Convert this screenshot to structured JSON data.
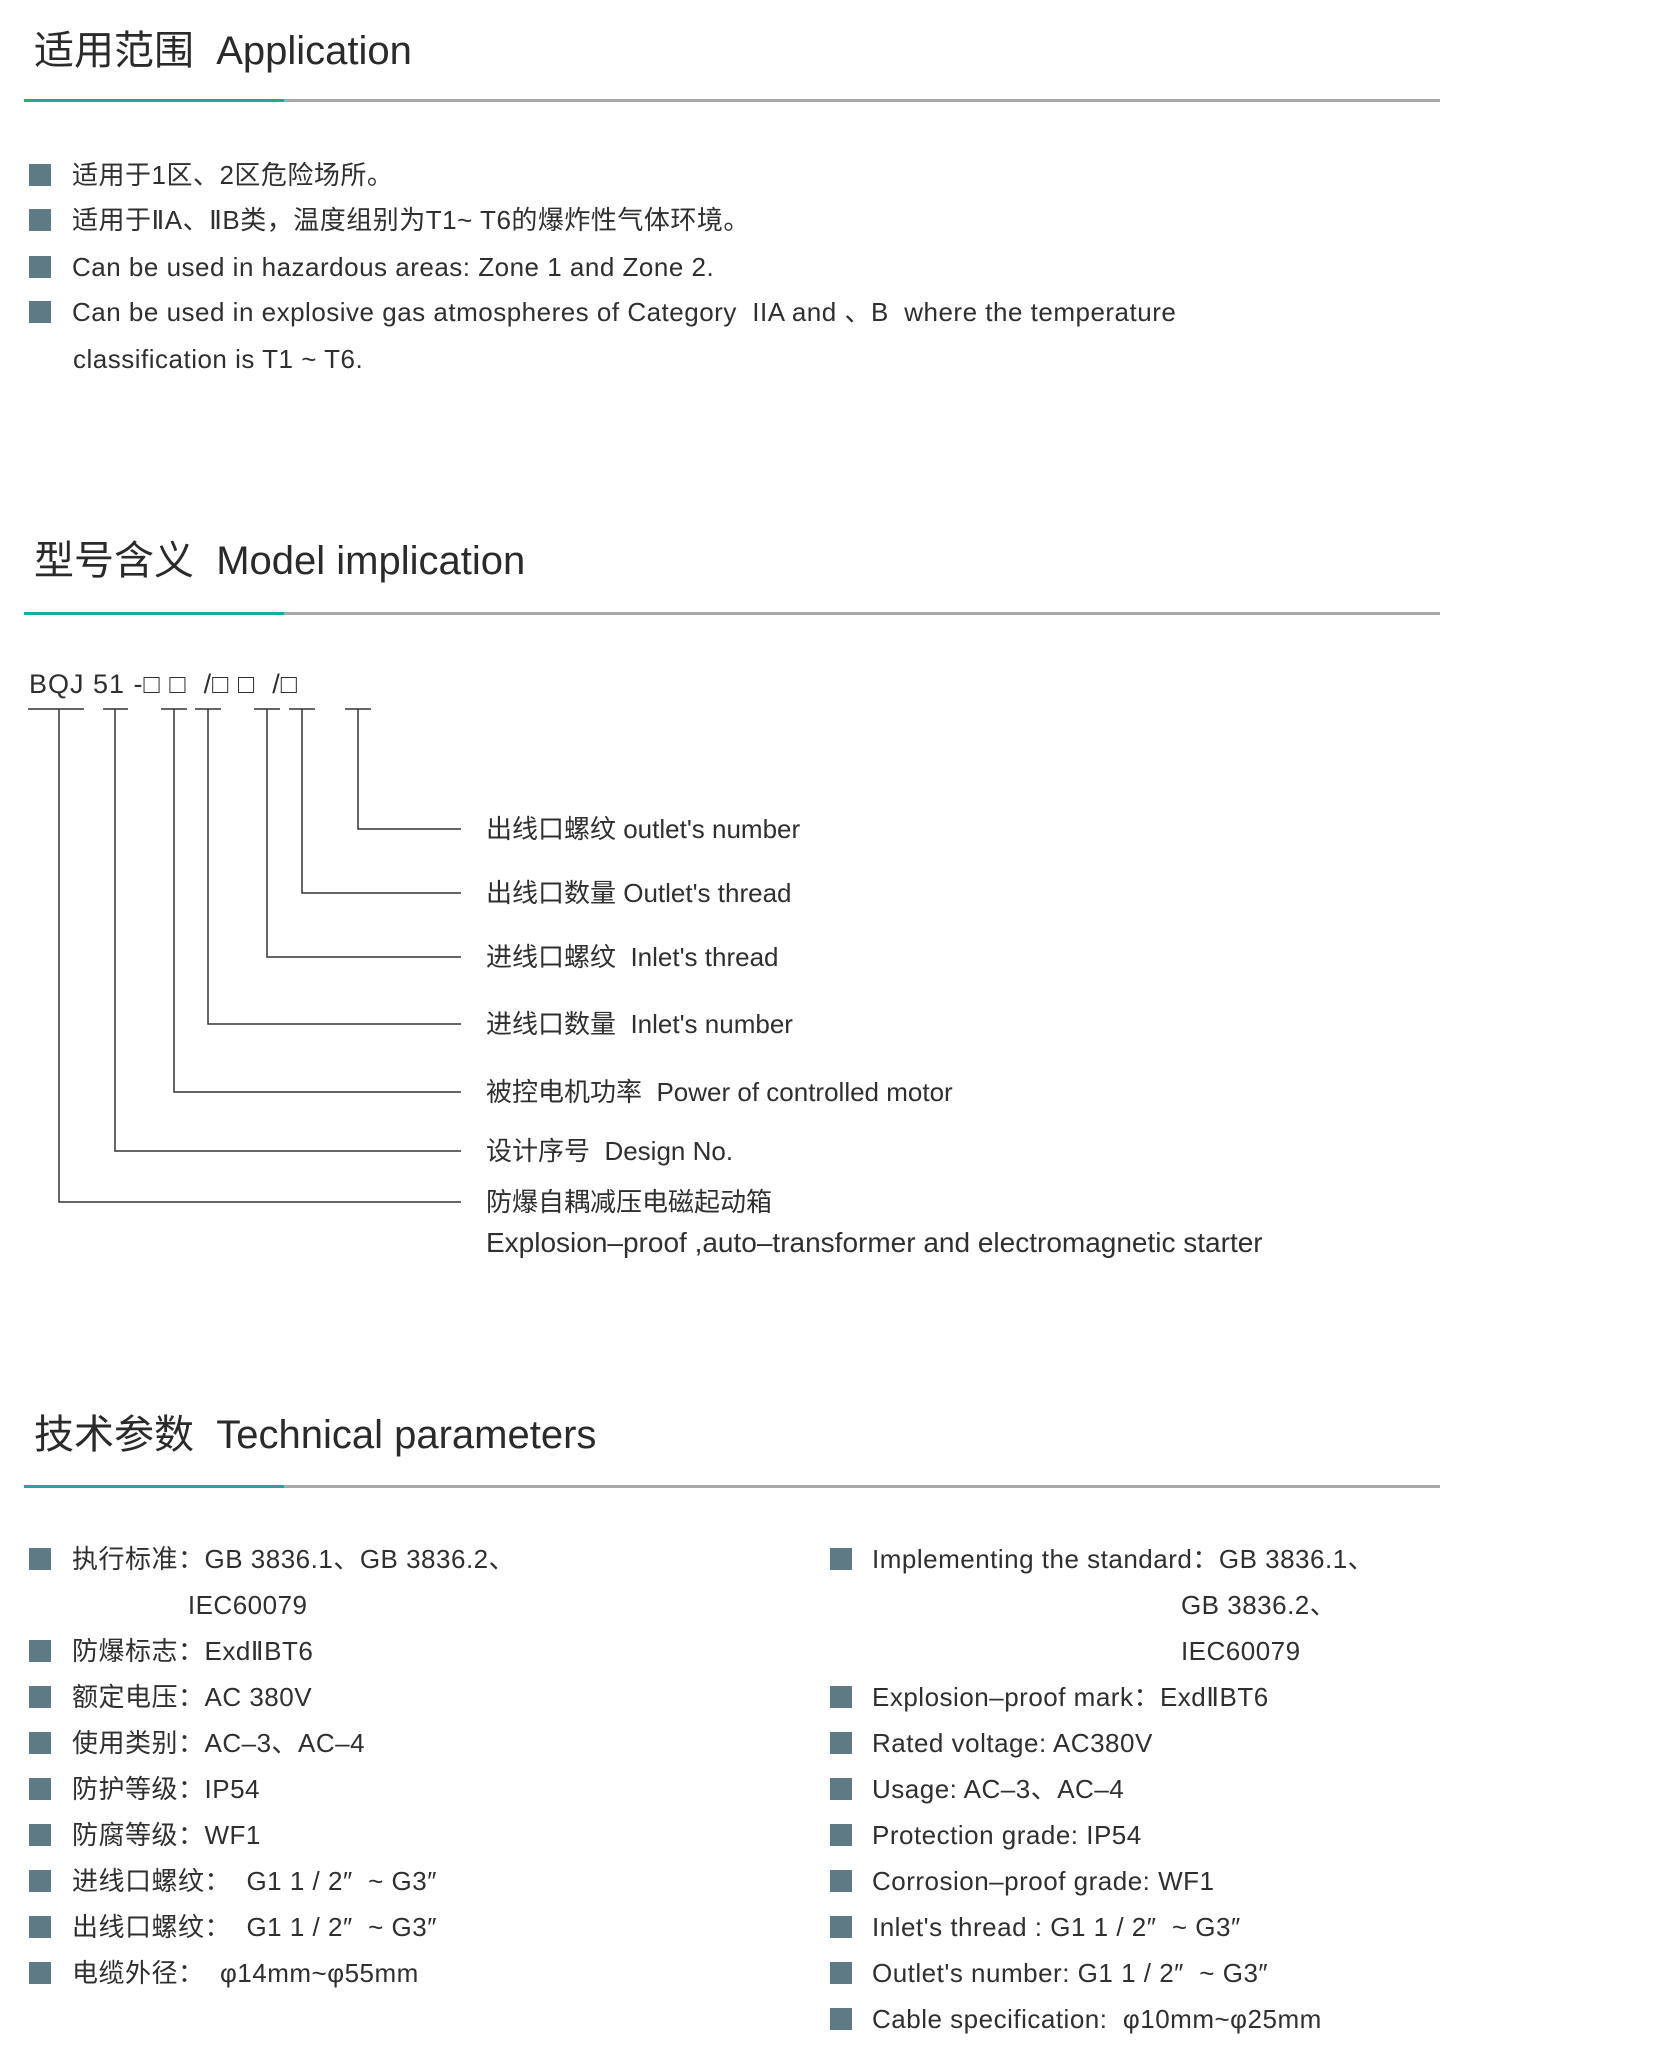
{
  "sections": {
    "application": {
      "title": "适用范围  Application",
      "items": [
        "适用于1区、2区危险场所。",
        "适用于ⅡA、ⅡB类，温度组别为T1~ T6的爆炸性气体环境。",
        "Can be used in hazardous areas: Zone 1 and Zone 2.",
        "Can be used in explosive gas atmospheres of Category  IIA and 、B  where the temperature"
      ],
      "continuation": "classification is T1 ~ T6."
    },
    "model": {
      "title": "型号含义  Model implication",
      "code": "BQJ 51 -□ □  /□ □  /□",
      "labels": [
        "出线口螺纹 outlet's number",
        "出线口数量 Outlet's thread",
        "进线口螺纹  Inlet's thread",
        "进线口数量  Inlet's number",
        "被控电机功率  Power of controlled motor",
        "设计序号  Design No.",
        "防爆自耦减压电磁起动箱"
      ],
      "label_en": "Explosion–proof ,auto–transformer and electromagnetic starter"
    },
    "technical": {
      "title": "技术参数  Technical parameters",
      "left": [
        [
          "执行标准：GB 3836.1、GB 3836.2、",
          "               IEC60079"
        ],
        [
          "防爆标志：ExdⅡBT6"
        ],
        [
          "额定电压：AC 380V"
        ],
        [
          "使用类别：AC–3、AC–4"
        ],
        [
          "防护等级：IP54"
        ],
        [
          "防腐等级：WF1"
        ],
        [
          "进线口螺纹：  G1 1 / 2″  ~ G3″"
        ],
        [
          "出线口螺纹：  G1 1 / 2″  ~ G3″"
        ],
        [
          "电缆外径：  φ14mm~φ55mm"
        ]
      ],
      "right": [
        [
          "Implementing the standard：GB 3836.1、",
          "                                        GB 3836.2、",
          "                                        IEC60079"
        ],
        [
          "Explosion–proof mark：ExdⅡBT6"
        ],
        [
          "Rated voltage: AC380V"
        ],
        [
          "Usage: AC–3、AC–4"
        ],
        [
          "Protection grade: IP54"
        ],
        [
          "Corrosion–proof grade: WF1"
        ],
        [
          "Inlet's thread : G1 1 / 2″  ~ G3″"
        ],
        [
          "Outlet's number: G1 1 / 2″  ~ G3″"
        ],
        [
          "Cable specification:  φ10mm~φ25mm"
        ]
      ]
    }
  },
  "colors": {
    "accent": "#1aa8a8",
    "rule": "#a8a8a8",
    "bullet": "#5e7a84",
    "text": "#2f2f2f"
  }
}
